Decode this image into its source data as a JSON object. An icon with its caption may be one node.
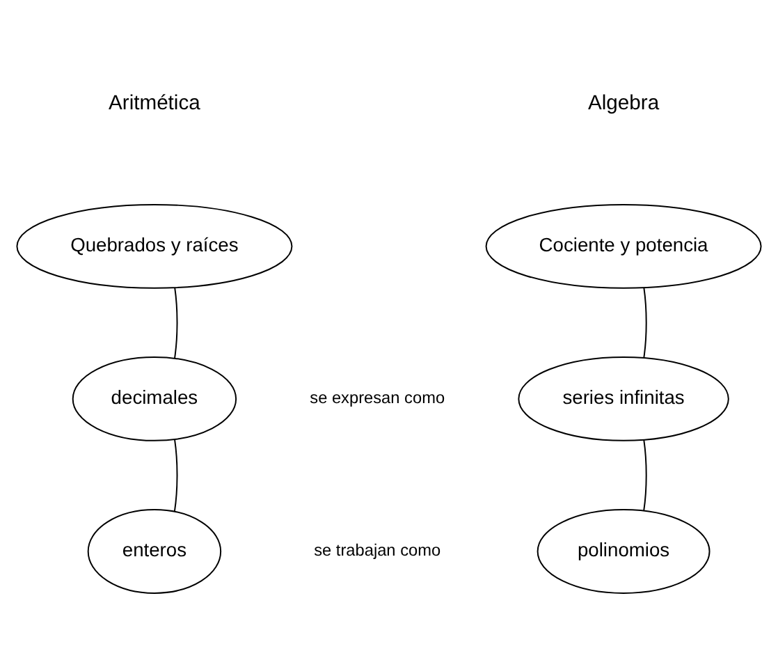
{
  "diagram": {
    "nodes": [
      {
        "text": [
          "Quebrados y raíces"
        ]
      },
      {
        "text": [
          "Cociente y potencia"
        ]
      },
      {
        "text": [
          "decimales"
        ]
      },
      {
        "text": [
          "series infinitas"
        ]
      },
      {
        "text": [
          "enteros"
        ]
      },
      {
        "text": [
          "polinomios"
        ]
      }
    ],
    "edges": [
      {
        "from": 0,
        "to": 2,
        "arrow": "none"
      },
      {
        "from": 2,
        "to": 4,
        "arrow": "none"
      },
      {
        "from": 1,
        "to": 3,
        "arrow": "none"
      },
      {
        "from": 3,
        "to": 5,
        "arrow": "none"
      }
    ],
    "labels": [
      "Aritmética",
      "Algebra",
      "se expresan como",
      "se trabajan como"
    ]
  }
}
